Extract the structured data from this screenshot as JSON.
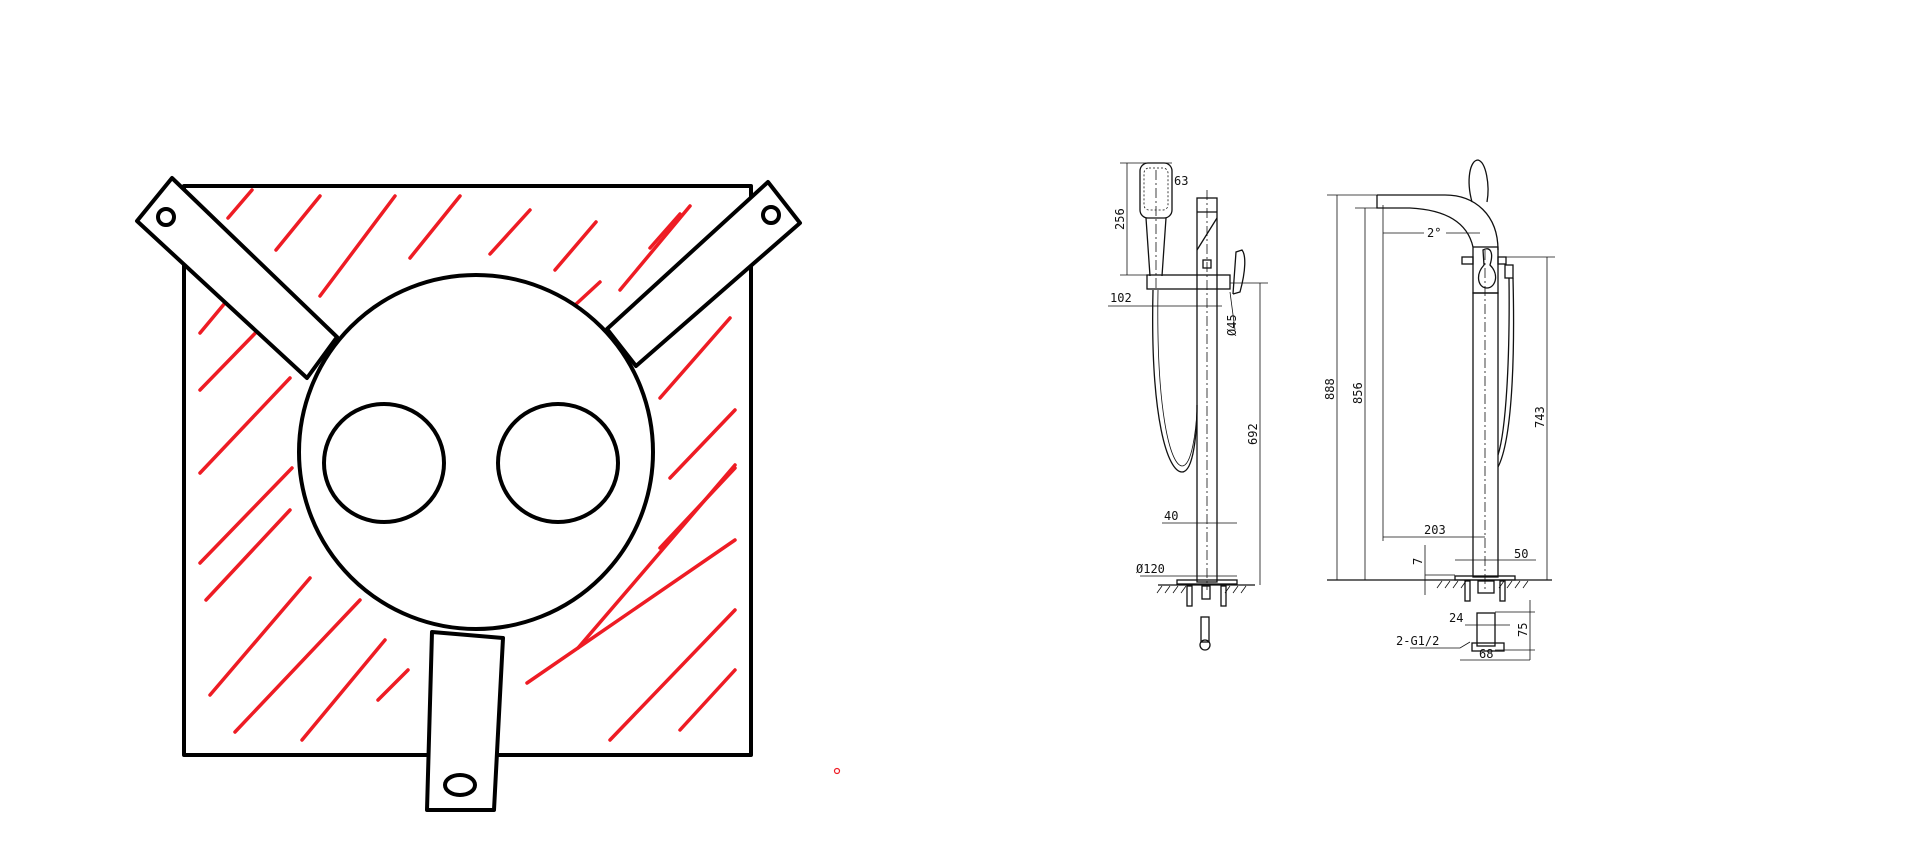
{
  "colors": {
    "sketch_line": "#000000",
    "hatch": "#ee1c24",
    "drawing_line": "#111111"
  },
  "side_view": {
    "handset_height": "256",
    "handset_width": "63",
    "handset_offset": "102",
    "pipe_diameter": "Ø45",
    "outlet_height": "692",
    "pipe_width": "40",
    "base_diameter": "Ø120"
  },
  "front_view": {
    "total_height": "888",
    "spout_height": "856",
    "spout_angle": "2°",
    "handle_height": "743",
    "spout_reach": "203",
    "body_width": "50",
    "plate_thickness": "7",
    "fitting_spacing": "24",
    "fitting_height": "75",
    "thread_size": "2-G1/2",
    "fitting_width": "68"
  }
}
